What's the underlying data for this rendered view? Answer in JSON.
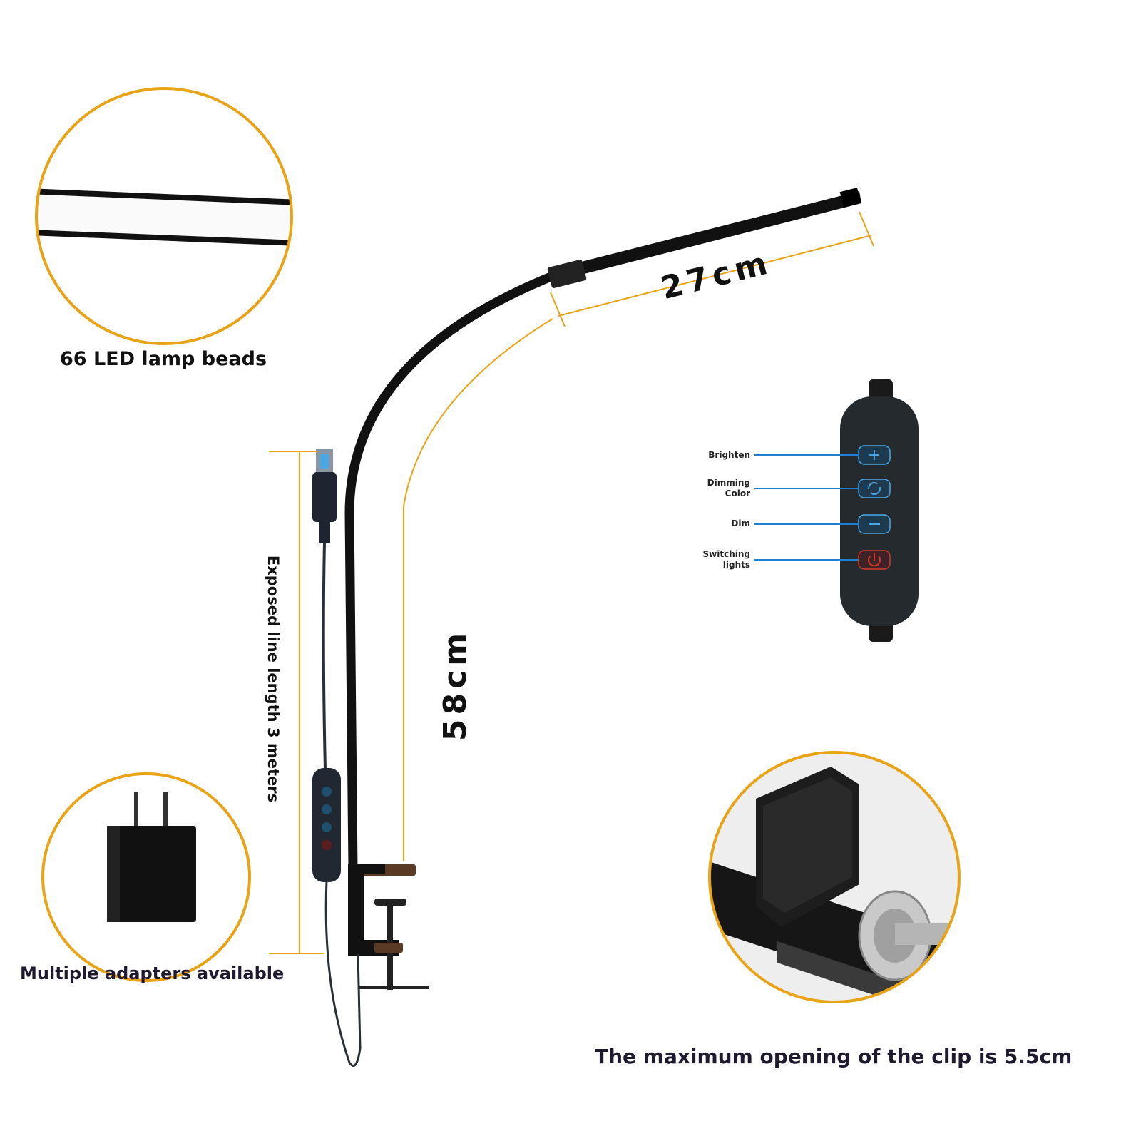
{
  "labels": {
    "lamp_beads": "66 LED lamp beads",
    "adapters": "Multiple adapters available",
    "clip_opening": "The maximum opening of the clip is 5.5cm",
    "head_length": "27cm",
    "neck_length": "58cm",
    "cable_length": "Exposed line length 3 meters"
  },
  "controller": {
    "buttons": [
      {
        "label": "Brighten",
        "icon": "plus-icon"
      },
      {
        "label": "Dimming Color",
        "icon": "cycle-icon"
      },
      {
        "label": "Dim",
        "icon": "minus-icon"
      },
      {
        "label": "Switching lights",
        "icon": "power-icon"
      }
    ]
  },
  "colors": {
    "accent_gold": "#E8A317",
    "callout_blue": "#1f7fd0",
    "lamp_black": "#111111",
    "button_blue": "#4aa7e6",
    "power_red": "#d63a2a"
  }
}
